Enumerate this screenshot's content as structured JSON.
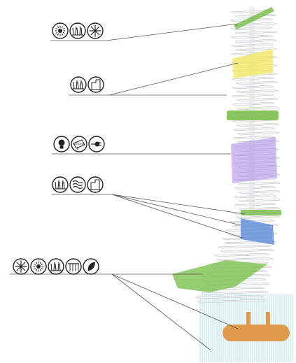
{
  "diagram": {
    "colors": {
      "floor_fill": "#f4f5f6",
      "floor_edge": "#b7bcc2",
      "green_roof": "#7cc04f",
      "yellow": "#f2e85a",
      "purple": "#b59ae6",
      "blue": "#5d89d8",
      "orange": "#e09a4c",
      "roots": "#9fd8e2",
      "line": "#555555",
      "icon": "#222222"
    },
    "icon_groups": [
      {
        "name": "group-top",
        "icons": [
          "sun-icon",
          "grass-icon",
          "wheel-icon"
        ]
      },
      {
        "name": "group-upper",
        "icons": [
          "grass-icon",
          "building-icon"
        ]
      },
      {
        "name": "group-middle",
        "icons": [
          "bulb-icon",
          "solar-panel-icon",
          "plug-icon"
        ]
      },
      {
        "name": "group-lower",
        "icons": [
          "grass-icon",
          "wave-icon",
          "building-icon"
        ]
      },
      {
        "name": "group-base",
        "icons": [
          "wheel-icon",
          "sun-icon",
          "grass-icon",
          "pergola-icon",
          "leaf-icon"
        ]
      }
    ],
    "sections": [
      {
        "name": "roof-garden",
        "color": "green"
      },
      {
        "name": "yellow-floors",
        "color": "yellow"
      },
      {
        "name": "sky-garden",
        "color": "green"
      },
      {
        "name": "purple-floors",
        "color": "purple"
      },
      {
        "name": "blue-floors",
        "color": "blue"
      },
      {
        "name": "base-garden",
        "color": "green"
      },
      {
        "name": "underground-tank",
        "color": "orange"
      }
    ]
  }
}
